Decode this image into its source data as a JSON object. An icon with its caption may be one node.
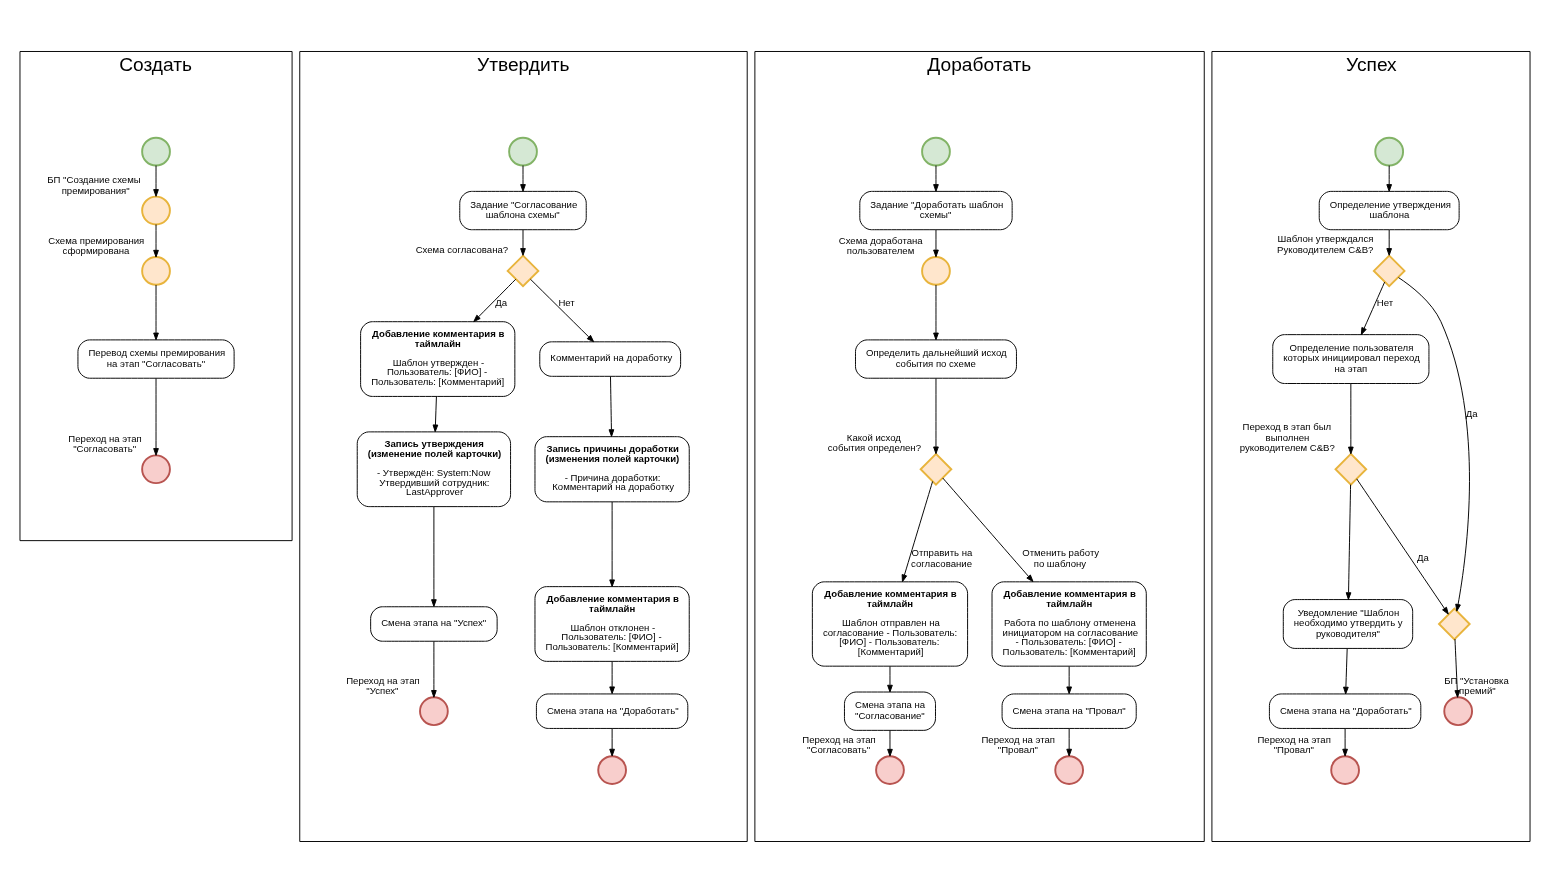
{
  "diagram": {
    "nodes": [
      {
        "text": [
          "Создать"
        ]
      },
      {
        "text": [],
        "shape": "circle",
        "in": 0
      },
      {
        "text": [],
        "shape": "circle",
        "in": 0,
        "beside": [
          "БП \"Создание схемы премирования\""
        ]
      },
      {
        "text": [],
        "shape": "circle",
        "in": 0,
        "beside": [
          "Схема премирования сформирована"
        ]
      },
      {
        "text": [
          "Перевод схемы премирования на этап \"Согласовать\""
        ],
        "in": 0
      },
      {
        "text": [],
        "shape": "circle",
        "in": 0,
        "beside": [
          "Переход на этап \"Согласовать\""
        ]
      },
      {
        "text": [
          "Утвердить"
        ]
      },
      {
        "text": [],
        "shape": "circle",
        "in": 6
      },
      {
        "text": [
          "Задание \"Согласование шаблона схемы\""
        ],
        "in": 6
      },
      {
        "text": [],
        "shape": "diamond",
        "in": 6,
        "beside": [
          "Схема согласована?"
        ]
      },
      {
        "text": [
          "Добавление комментария в таймлайн",
          "Шаблон утвержден - Пользователь: [ФИО] - Пользователь: [Комментарий]"
        ],
        "in": 6
      },
      {
        "text": [
          "Комментарий на доработку"
        ],
        "in": 6
      },
      {
        "text": [
          "Запись утверждения (изменение полей карточки)",
          "- Утверждён: System:Now Утвердивший сотрудник: LastApprover"
        ],
        "in": 6
      },
      {
        "text": [
          "Запись причины доработки (изменения полей карточки)",
          "- Причина доработки: Комментарий на доработку"
        ],
        "in": 6
      },
      {
        "text": [
          "Смена этапа на \"Успех\""
        ],
        "in": 6
      },
      {
        "text": [
          "Добавление комментария в таймлайн",
          "Шаблон отклонен - Пользователь: [ФИО] - Пользователь: [Комментарий]"
        ],
        "in": 6
      },
      {
        "text": [],
        "shape": "circle",
        "in": 6,
        "beside": [
          "Переход на этап \"Успех\""
        ]
      },
      {
        "text": [
          "Смена этапа на \"Доработать\""
        ],
        "in": 6
      },
      {
        "text": [],
        "shape": "circle",
        "in": 6
      },
      {
        "text": [
          "Доработать"
        ]
      },
      {
        "text": [],
        "shape": "circle",
        "in": 19
      },
      {
        "text": [
          "Задание \"Доработать шаблон схемы\""
        ],
        "in": 19
      },
      {
        "text": [],
        "shape": "circle",
        "in": 19,
        "beside": [
          "Схема доработана пользователем"
        ]
      },
      {
        "text": [
          "Определить дальнейший исход события по схеме"
        ],
        "in": 19
      },
      {
        "text": [],
        "shape": "diamond",
        "in": 19,
        "beside": [
          "Какой исход события определен?"
        ]
      },
      {
        "text": [
          "Добавление комментария в таймлайн",
          "Шаблон отправлен на согласование - Пользователь: [ФИО] - Пользователь: [Комментарий]"
        ],
        "in": 19
      },
      {
        "text": [
          "Добавление комментария в таймлайн",
          "Работа по шаблону отменена инициатором на согласование - Пользователь: [ФИО] - Пользователь: [Комментарий]"
        ],
        "in": 19
      },
      {
        "text": [
          "Смена этапа на \"Согласование\""
        ],
        "in": 19
      },
      {
        "text": [
          "Смена этапа на \"Провал\""
        ],
        "in": 19
      },
      {
        "text": [],
        "shape": "circle",
        "in": 19,
        "beside": [
          "Переход на этап \"Согласовать\""
        ]
      },
      {
        "text": [],
        "shape": "circle",
        "in": 19,
        "beside": [
          "Переход на этап \"Провал\""
        ]
      },
      {
        "text": [
          "Успех"
        ]
      },
      {
        "text": [],
        "shape": "circle",
        "in": 31
      },
      {
        "text": [
          "Определение утверждения шаблона"
        ],
        "in": 31
      },
      {
        "text": [],
        "shape": "diamond",
        "in": 31,
        "beside": [
          "Шаблон утверждался Руководителем C&B?"
        ]
      },
      {
        "text": [
          "Определение пользователя которых инициировал переход на этап"
        ],
        "in": 31
      },
      {
        "text": [],
        "shape": "diamond",
        "in": 31
      },
      {
        "text": [],
        "shape": "diamond",
        "in": 31,
        "beside": [
          "Переход в этап был выполнен руководителем C&B?"
        ]
      },
      {
        "text": [
          "Уведомление \"Шаблон необходимо утвердить у руководителя\""
        ],
        "in": 31
      },
      {
        "text": [
          "Смена этапа на \"Доработать\""
        ],
        "in": 31
      },
      {
        "text": [],
        "shape": "circle",
        "in": 31,
        "beside": [
          "БП \"Установка премий\""
        ]
      },
      {
        "text": [],
        "shape": "circle",
        "in": 31,
        "beside": [
          "Переход на этап \"Провал\""
        ]
      }
    ],
    "edges": [
      {
        "from": 1,
        "to": 2,
        "arrow": "to"
      },
      {
        "from": 2,
        "to": 3,
        "arrow": "to"
      },
      {
        "from": 3,
        "to": 4,
        "arrow": "to"
      },
      {
        "from": 4,
        "to": 5,
        "arrow": "to"
      },
      {
        "from": 7,
        "to": 8,
        "arrow": "to"
      },
      {
        "from": 8,
        "to": 9,
        "arrow": "to"
      },
      {
        "from": 9,
        "to": 10,
        "arrow": "to",
        "label": "Да"
      },
      {
        "from": 9,
        "to": 11,
        "arrow": "to",
        "label": "Нет"
      },
      {
        "from": 10,
        "to": 12,
        "arrow": "to"
      },
      {
        "from": 12,
        "to": 14,
        "arrow": "to"
      },
      {
        "from": 14,
        "to": 16,
        "arrow": "to"
      },
      {
        "from": 11,
        "to": 13,
        "arrow": "to"
      },
      {
        "from": 13,
        "to": 15,
        "arrow": "to"
      },
      {
        "from": 15,
        "to": 17,
        "arrow": "to"
      },
      {
        "from": 17,
        "to": 18,
        "arrow": "to"
      },
      {
        "from": 20,
        "to": 21,
        "arrow": "to"
      },
      {
        "from": 21,
        "to": 22,
        "arrow": "to"
      },
      {
        "from": 22,
        "to": 23,
        "arrow": "to"
      },
      {
        "from": 23,
        "to": 24,
        "arrow": "to"
      },
      {
        "from": 24,
        "to": 25,
        "arrow": "to",
        "label": "Отправить на согласование"
      },
      {
        "from": 24,
        "to": 26,
        "arrow": "to",
        "label": "Отменить работу по шаблону"
      },
      {
        "from": 25,
        "to": 27,
        "arrow": "to"
      },
      {
        "from": 27,
        "to": 29,
        "arrow": "to"
      },
      {
        "from": 26,
        "to": 28,
        "arrow": "to"
      },
      {
        "from": 28,
        "to": 30,
        "arrow": "to"
      },
      {
        "from": 32,
        "to": 33,
        "arrow": "to"
      },
      {
        "from": 33,
        "to": 34,
        "arrow": "to"
      },
      {
        "from": 34,
        "to": 36,
        "arrow": "to",
        "label": "Да"
      },
      {
        "from": 34,
        "to": 35,
        "arrow": "to",
        "label": "Нет"
      },
      {
        "from": 35,
        "to": 37,
        "arrow": "to"
      },
      {
        "from": 37,
        "to": 36,
        "arrow": "to",
        "label": "Да"
      },
      {
        "from": 37,
        "to": 38,
        "arrow": "to"
      },
      {
        "from": 38,
        "to": 39,
        "arrow": "to"
      },
      {
        "from": 39,
        "to": 41,
        "arrow": "to"
      },
      {
        "from": 36,
        "to": 40,
        "arrow": "to"
      }
    ]
  }
}
